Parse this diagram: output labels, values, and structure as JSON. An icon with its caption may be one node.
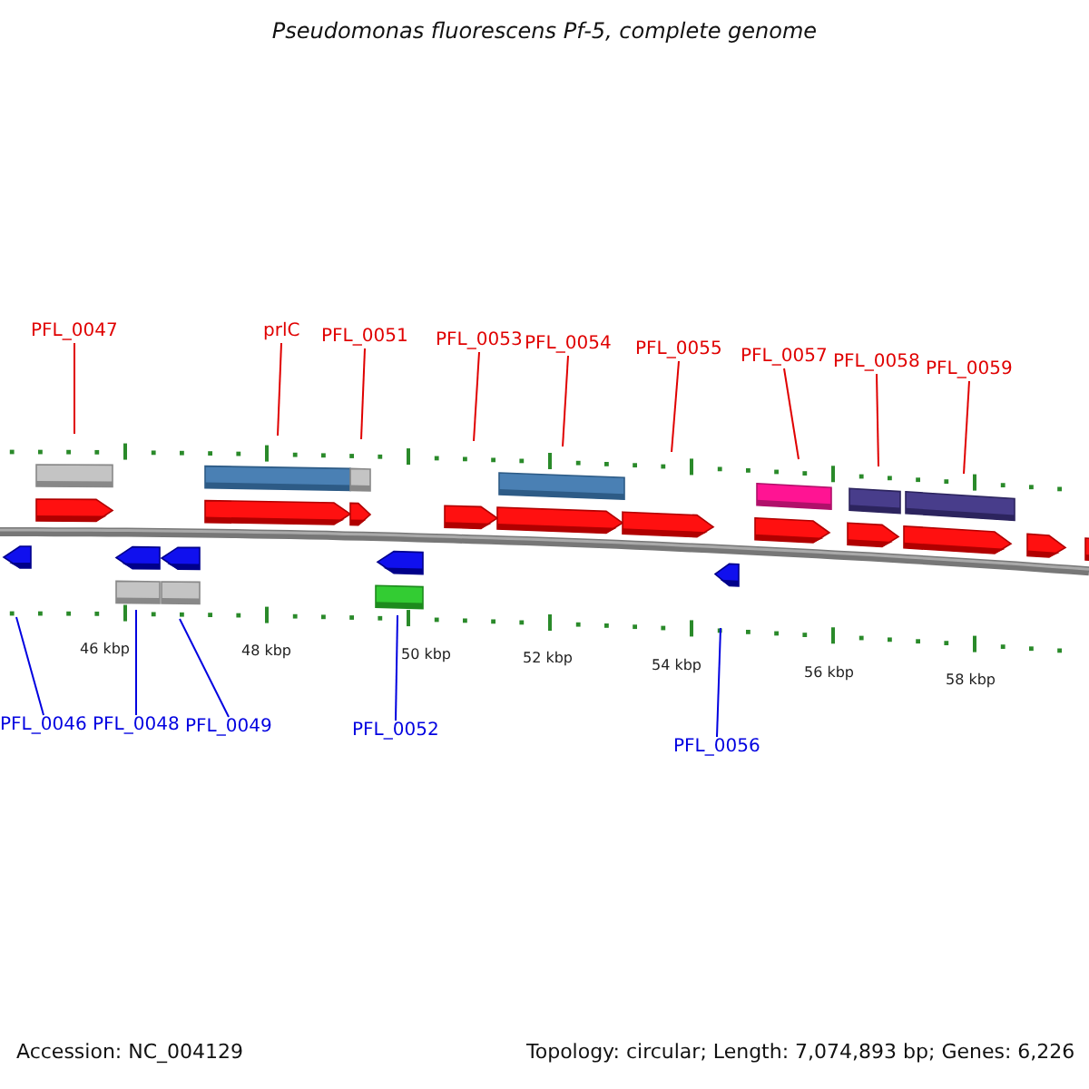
{
  "diagram": {
    "title": "Pseudomonas fluorescens Pf-5, complete genome",
    "nodes": [
      {
        "text": [
          "PFL_0047"
        ]
      },
      {
        "text": [
          "prlC"
        ]
      },
      {
        "text": [
          "PFL_0051"
        ]
      },
      {
        "text": [
          "PFL_0053"
        ]
      },
      {
        "text": [
          "PFL_0054"
        ]
      },
      {
        "text": [
          "PFL_0055"
        ]
      },
      {
        "text": [
          "PFL_0057"
        ]
      },
      {
        "text": [
          "PFL_0058"
        ]
      },
      {
        "text": [
          "PFL_0059"
        ]
      },
      {
        "text": [
          "PFL_0046"
        ]
      },
      {
        "text": [
          "PFL_0048"
        ]
      },
      {
        "text": [
          "PFL_0049"
        ]
      },
      {
        "text": [
          "PFL_0052"
        ]
      },
      {
        "text": [
          "PFL_0056"
        ]
      }
    ],
    "edges": [
      {
        "from": 0,
        "to": null,
        "arrow": "none"
      },
      {
        "from": 1,
        "to": null,
        "arrow": "none"
      },
      {
        "from": 2,
        "to": null,
        "arrow": "none"
      },
      {
        "from": 3,
        "to": null,
        "arrow": "none"
      },
      {
        "from": 4,
        "to": null,
        "arrow": "none"
      },
      {
        "from": 5,
        "to": null,
        "arrow": "none"
      },
      {
        "from": 6,
        "to": null,
        "arrow": "none"
      },
      {
        "from": 7,
        "to": null,
        "arrow": "none"
      },
      {
        "from": 8,
        "to": null,
        "arrow": "none"
      },
      {
        "from": 9,
        "to": null,
        "arrow": "none",
        "color": "#0000e0"
      },
      {
        "from": 10,
        "to": null,
        "arrow": "none",
        "color": "#0000e0"
      },
      {
        "from": 11,
        "to": null,
        "arrow": "none",
        "color": "#0000e0"
      },
      {
        "from": 12,
        "to": null,
        "arrow": "none",
        "color": "#0000e0"
      },
      {
        "from": 13,
        "to": null,
        "arrow": "none",
        "color": "#0000e0"
      }
    ],
    "labels": [
      "46 kbp",
      "48 kbp",
      "50 kbp",
      "52 kbp",
      "54 kbp",
      "56 kbp",
      "58 kbp",
      "Accession: NC_004129",
      "Topology: circular; Length: 7,074,893 bp; Genes: 6,226"
    ]
  }
}
